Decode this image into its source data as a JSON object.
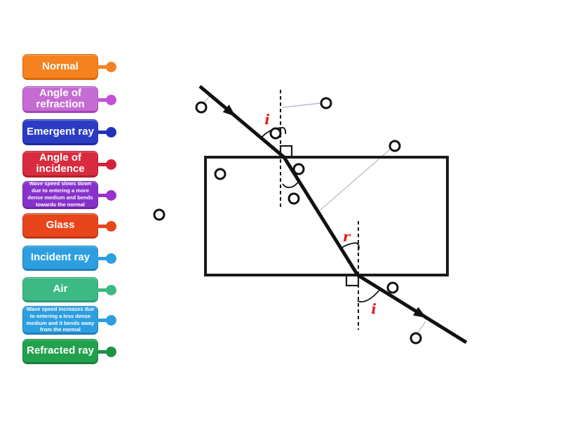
{
  "labels": [
    {
      "text": "Normal",
      "bg": "#f5821f",
      "border": "#d2690b",
      "dot": "#f5821f"
    },
    {
      "text": "Angle of refraction",
      "bg": "#c46cd4",
      "border": "#a743bb",
      "dot": "#c44fd6"
    },
    {
      "text": "Emergent ray",
      "bg": "#2b3cc4",
      "border": "#1d2b9e",
      "dot": "#2134b8"
    },
    {
      "text": "Angle of incidence",
      "bg": "#d92b3e",
      "border": "#b21e2f",
      "dot": "#d6203a"
    },
    {
      "text": "Wave speed slows down due to entering a more dense medium and bends towards the normal",
      "bg": "#8733cb",
      "border": "#6d27a6",
      "dot": "#9933cc"
    },
    {
      "text": "Glass",
      "bg": "#e8451b",
      "border": "#c03511",
      "dot": "#e8451b"
    },
    {
      "text": "Incident ray",
      "bg": "#2d9fe0",
      "border": "#1f7fbf",
      "dot": "#2d9fe0"
    },
    {
      "text": "Air",
      "bg": "#3cb985",
      "border": "#2f9c6d",
      "dot": "#3cb985"
    },
    {
      "text": "Wave speed increases due to entering a less dense medium and it bends away from the normal",
      "bg": "#2d9fe0",
      "border": "#1f7fbf",
      "dot": "#2d9fe0"
    },
    {
      "text": "Refracted ray",
      "bg": "#22a14d",
      "border": "#187f3b",
      "dot": "#1d9245"
    }
  ],
  "diagram": {
    "angle_labels": [
      {
        "text": "i"
      },
      {
        "text": "r"
      },
      {
        "text": "i"
      }
    ],
    "drop_point_count": 10,
    "colors": {
      "ray": "#111111",
      "block_stroke": "#1a1a1a",
      "angle_label": "#e11d1d",
      "hint_line_gray": "#bdbdbd",
      "hint_line_lavender": "#a9afd6"
    }
  }
}
